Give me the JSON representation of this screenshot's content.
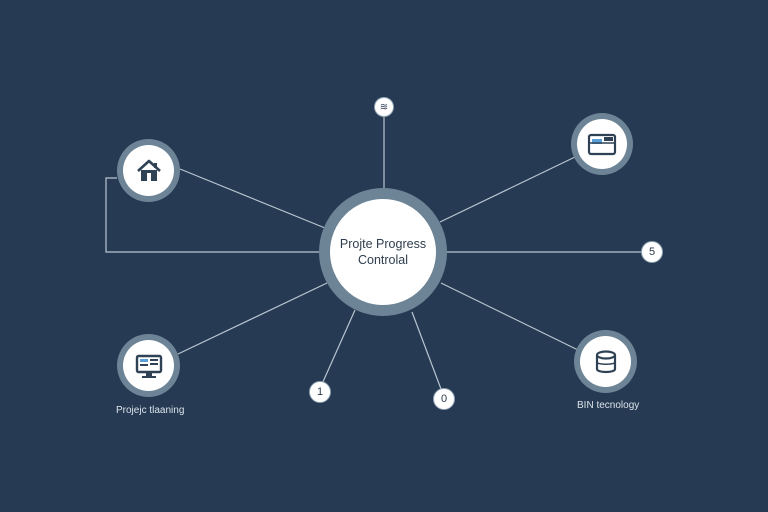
{
  "center": {
    "line1": "Projte Progress",
    "line2": "Controlal"
  },
  "markers": {
    "top": "≋",
    "right": "5",
    "bottom_left": "1",
    "bottom_mid": "0"
  },
  "labels": {
    "bottom_left_node": "Projejc tlaaning",
    "bottom_right_node": "BIN tecnology"
  },
  "icons": {
    "top_left": "house-icon",
    "top_right": "folder-icon",
    "bottom_left": "monitor-icon",
    "bottom_right": "database-icon"
  },
  "colors": {
    "background": "#263a53",
    "ring": "#6d8496",
    "line": "#b9c6d1",
    "icon": "#2f4255",
    "accent": "#5aa0d8"
  }
}
